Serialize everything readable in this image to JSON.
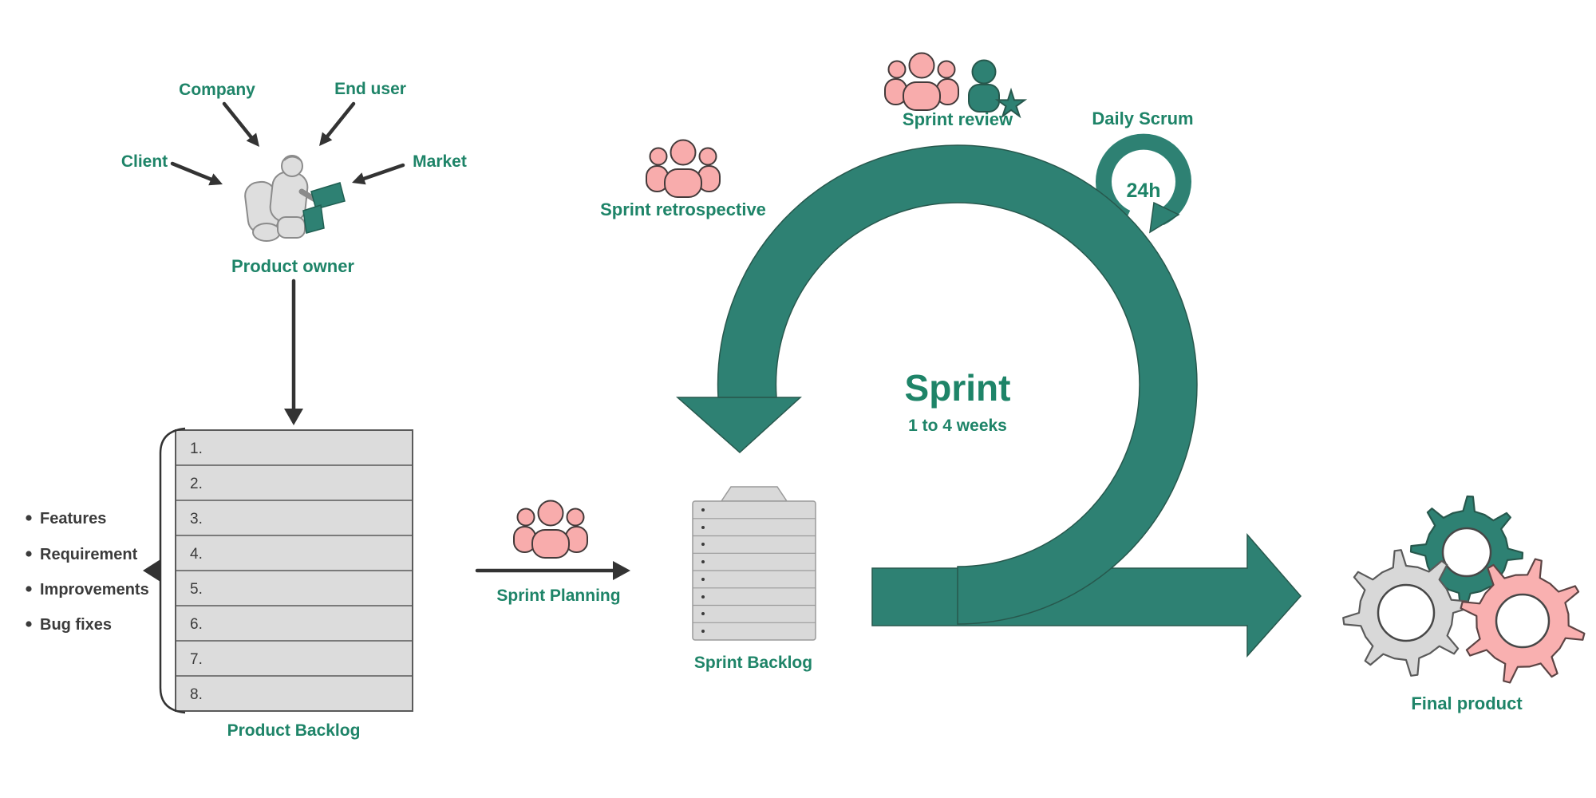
{
  "colors": {
    "shape_teal": "#2E8173",
    "text_teal": "#1E8468",
    "pink": "#F8ACAC",
    "table_gray": "#DCDCDC",
    "dark_text": "#3B3B3B"
  },
  "sources": {
    "company": "Company",
    "end_user": "End user",
    "client": "Client",
    "market": "Market"
  },
  "product_owner": {
    "label": "Product owner"
  },
  "product_backlog": {
    "label": "Product Backlog",
    "items": [
      "1.",
      "2.",
      "3.",
      "4.",
      "5.",
      "6.",
      "7.",
      "8."
    ]
  },
  "backlog_notes": {
    "items": [
      "Features",
      "Requirement",
      "Improvements",
      "Bug fixes"
    ]
  },
  "sprint_planning": {
    "label": "Sprint Planning"
  },
  "sprint_backlog": {
    "label": "Sprint Backlog",
    "row_count": 8
  },
  "sprint": {
    "title": "Sprint",
    "subtitle": "1 to 4 weeks"
  },
  "daily_scrum": {
    "label": "Daily Scrum",
    "cycle": "24h"
  },
  "sprint_review": {
    "label": "Sprint review"
  },
  "sprint_retrospective": {
    "label": "Sprint retrospective"
  },
  "final_product": {
    "label": "Final product",
    "gear_colors": [
      "#2E8173",
      "#D8D8D8",
      "#F9B0B0"
    ]
  }
}
